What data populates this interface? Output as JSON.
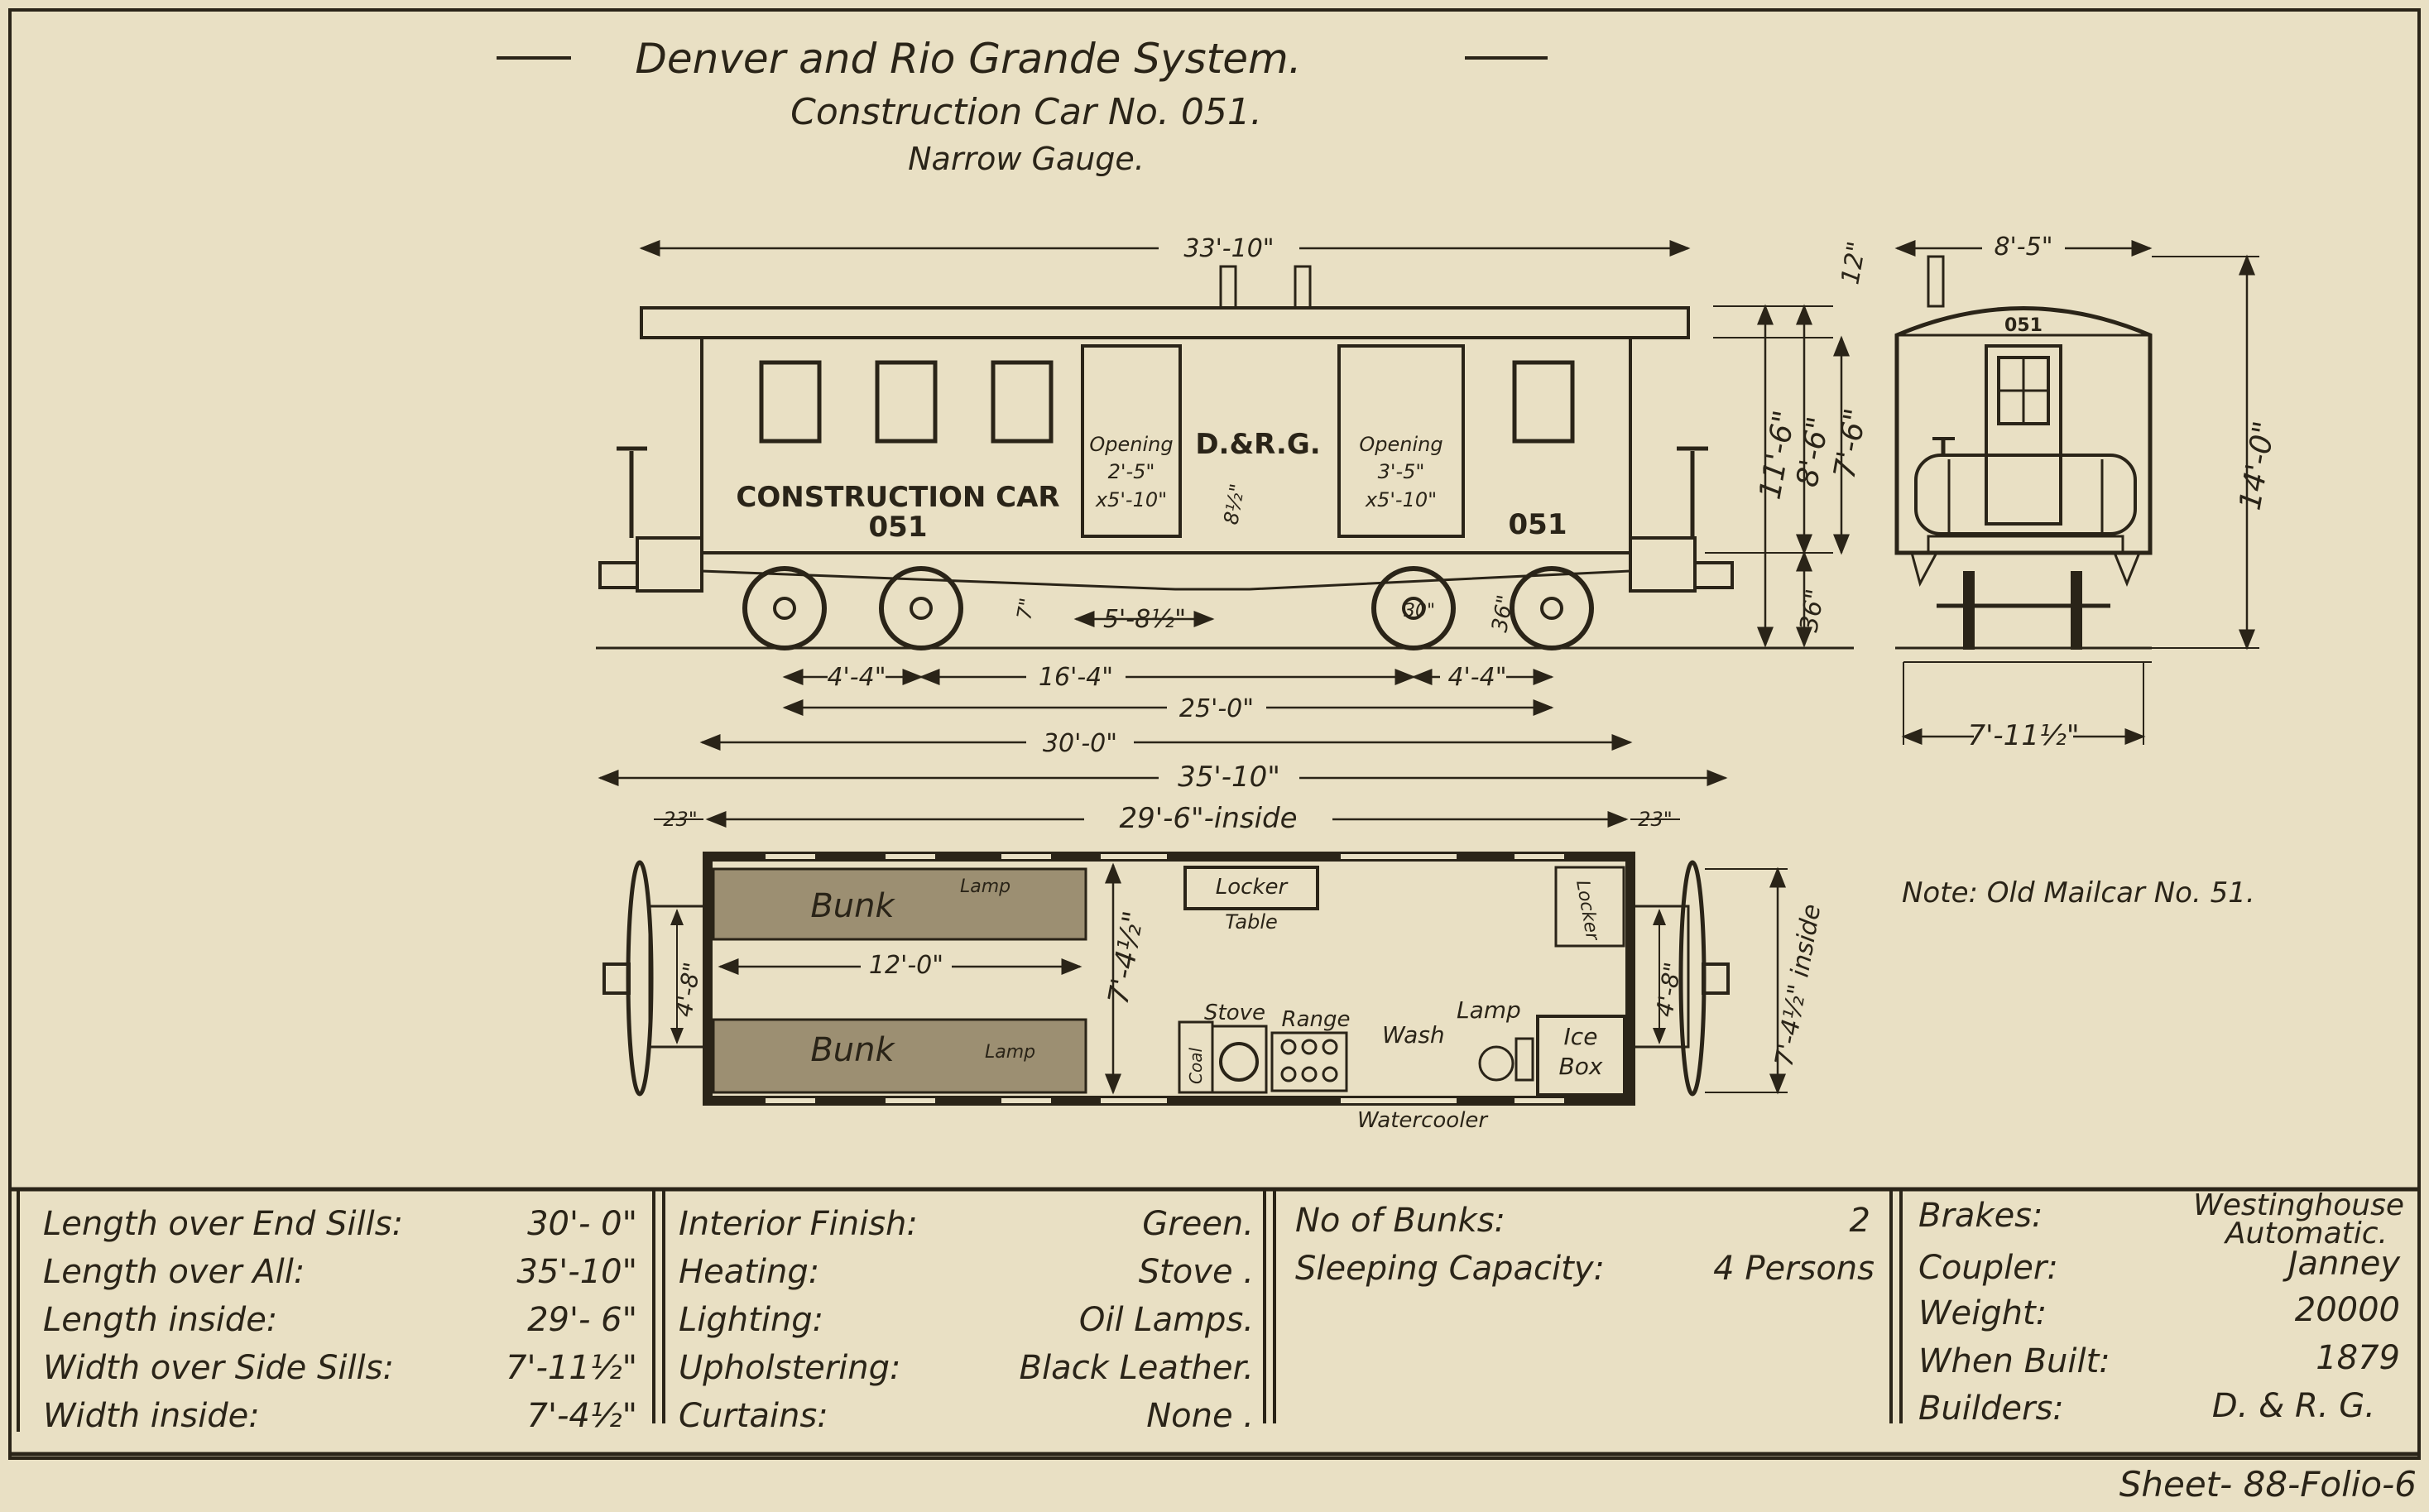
{
  "header": {
    "title": "Denver and Rio Grande System.",
    "subtitle": "Construction Car No. 051.",
    "gauge": "Narrow Gauge."
  },
  "side_view": {
    "car_lettering": "CONSTRUCTION CAR",
    "car_number_left": "051",
    "car_number_right": "051",
    "car_initials": "D.&R.G.",
    "door_left_label": "Opening",
    "door_left_size_1": "2'-5\"",
    "door_left_size_2": "x5'-10\"",
    "door_right_label": "Opening",
    "door_right_size_1": "3'-5\"",
    "door_right_size_2": "x5'-10\"",
    "dim_roof_length": "33'-10\"",
    "dim_truck_wheelbase_left": "4'-4\"",
    "dim_truck_centers": "16'-4\"",
    "dim_truck_wheelbase_right": "4'-4\"",
    "dim_wheelbase_total": "25'-0\"",
    "dim_end_sills": "30'-0\"",
    "dim_over_all": "35'-10\"",
    "dim_center_gap": "5'-8½\"",
    "dim_sill_depth": "8½\"",
    "dim_queen_post": "7\"",
    "dim_wheel_dia": "30\"",
    "dim_wheel_height": "36\"",
    "dim_height_11_6": "11'-6\"",
    "dim_height_8_6": "8'-6\"",
    "dim_height_7_6": "7'-6\"",
    "dim_height_36": "36\"",
    "dim_height_12": "12\""
  },
  "end_view": {
    "car_number": "051",
    "dim_top_width": "8'-5\"",
    "dim_total_height": "14'-0\"",
    "dim_sill_width": "7'-11½\""
  },
  "plan_view": {
    "dim_inside_length": "29'-6\"-inside",
    "dim_end_left": "23\"",
    "dim_end_right": "23\"",
    "dim_bunk_length": "12'-0\"",
    "dim_inside_width": "7'-4½\"",
    "dim_inside_width_side": "7'-4½\" inside",
    "dim_platform_left": "4'-8\"",
    "dim_platform_right": "4'-8\"",
    "bunk_top": "Bunk",
    "bunk_bottom": "Bunk",
    "lamp_top": "Lamp",
    "lamp_bottom": "Lamp",
    "locker_top": "Locker",
    "table": "Table",
    "locker_end": "Locker",
    "stove": "Stove",
    "range": "Range",
    "coal": "Coal",
    "lamp_wash": "Lamp",
    "wash": "Wash",
    "ice_box_1": "Ice",
    "ice_box_2": "Box",
    "water_cooler": "Watercooler"
  },
  "note": "Note: Old Mailcar No. 51.",
  "specs": {
    "col1": [
      {
        "label": "Length over End Sills:",
        "value": "30'- 0\""
      },
      {
        "label": "Length over All:",
        "value": "35'-10\""
      },
      {
        "label": "Length inside:",
        "value": "29'- 6\""
      },
      {
        "label": "Width over Side Sills:",
        "value": "7'-11½\""
      },
      {
        "label": "Width inside:",
        "value": "7'-4½\""
      }
    ],
    "col2": [
      {
        "label": "Interior Finish:",
        "value": "Green."
      },
      {
        "label": "Heating:",
        "value": "Stove ."
      },
      {
        "label": "Lighting:",
        "value": "Oil Lamps."
      },
      {
        "label": "Upholstering:",
        "value": "Black Leather."
      },
      {
        "label": "Curtains:",
        "value": "None ."
      }
    ],
    "col3": [
      {
        "label": "No of Bunks:",
        "value": "2"
      },
      {
        "label": "Sleeping Capacity:",
        "value": "4 Persons"
      }
    ],
    "col4": [
      {
        "label": "Brakes:",
        "value": "Westinghouse",
        "value2": "Automatic."
      },
      {
        "label": "Coupler:",
        "value": "Janney"
      },
      {
        "label": "Weight:",
        "value": "20000"
      },
      {
        "label": "When Built:",
        "value": "1879"
      },
      {
        "label": "Builders:",
        "value": "D. & R. G."
      }
    ]
  },
  "footer": "Sheet- 88-Folio-6"
}
